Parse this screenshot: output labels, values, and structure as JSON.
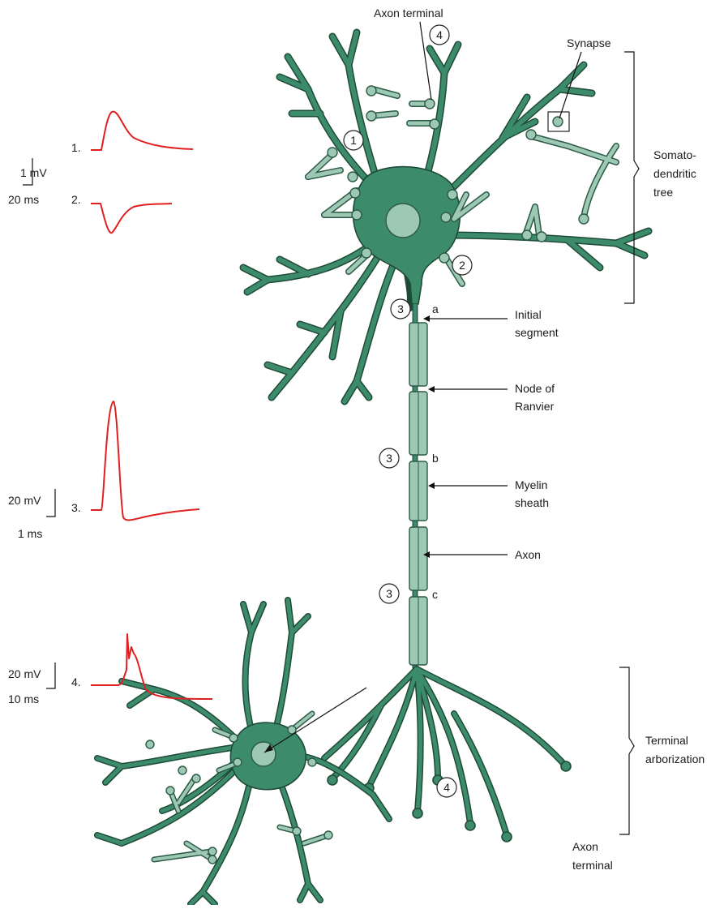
{
  "labels": {
    "axon_terminal_top": "Axon terminal",
    "synapse": "Synapse",
    "somatodendritic": [
      "Somato-",
      "dendritic",
      "tree"
    ],
    "initial_segment": [
      "Initial",
      "segment"
    ],
    "node_of_ranvier": [
      "Node of",
      "Ranvier"
    ],
    "myelin_sheath": [
      "Myelin",
      "sheath"
    ],
    "axon": "Axon",
    "terminal_arborization": [
      "Terminal",
      "arborization"
    ],
    "axon_terminal_bottom": [
      "Axon",
      "terminal"
    ],
    "letter_a": "a",
    "letter_b": "b",
    "letter_c": "c"
  },
  "markers": {
    "m1": "1",
    "m2": "2",
    "m3a": "3",
    "m3b": "3",
    "m3c": "3",
    "m4_top": "4",
    "m4_bottom": "4"
  },
  "traces": [
    {
      "index": "1.",
      "scale_v": "1 mV",
      "scale_t": "20 ms"
    },
    {
      "index": "2."
    },
    {
      "index": "3.",
      "scale_v": "20 mV",
      "scale_t": "1 ms"
    },
    {
      "index": "4.",
      "scale_v": "20 mV",
      "scale_t": "10 ms"
    }
  ],
  "colors": {
    "cell_body": "#3c8c6c",
    "presynaptic": "#9cc8b4",
    "trace": "#e02020"
  }
}
